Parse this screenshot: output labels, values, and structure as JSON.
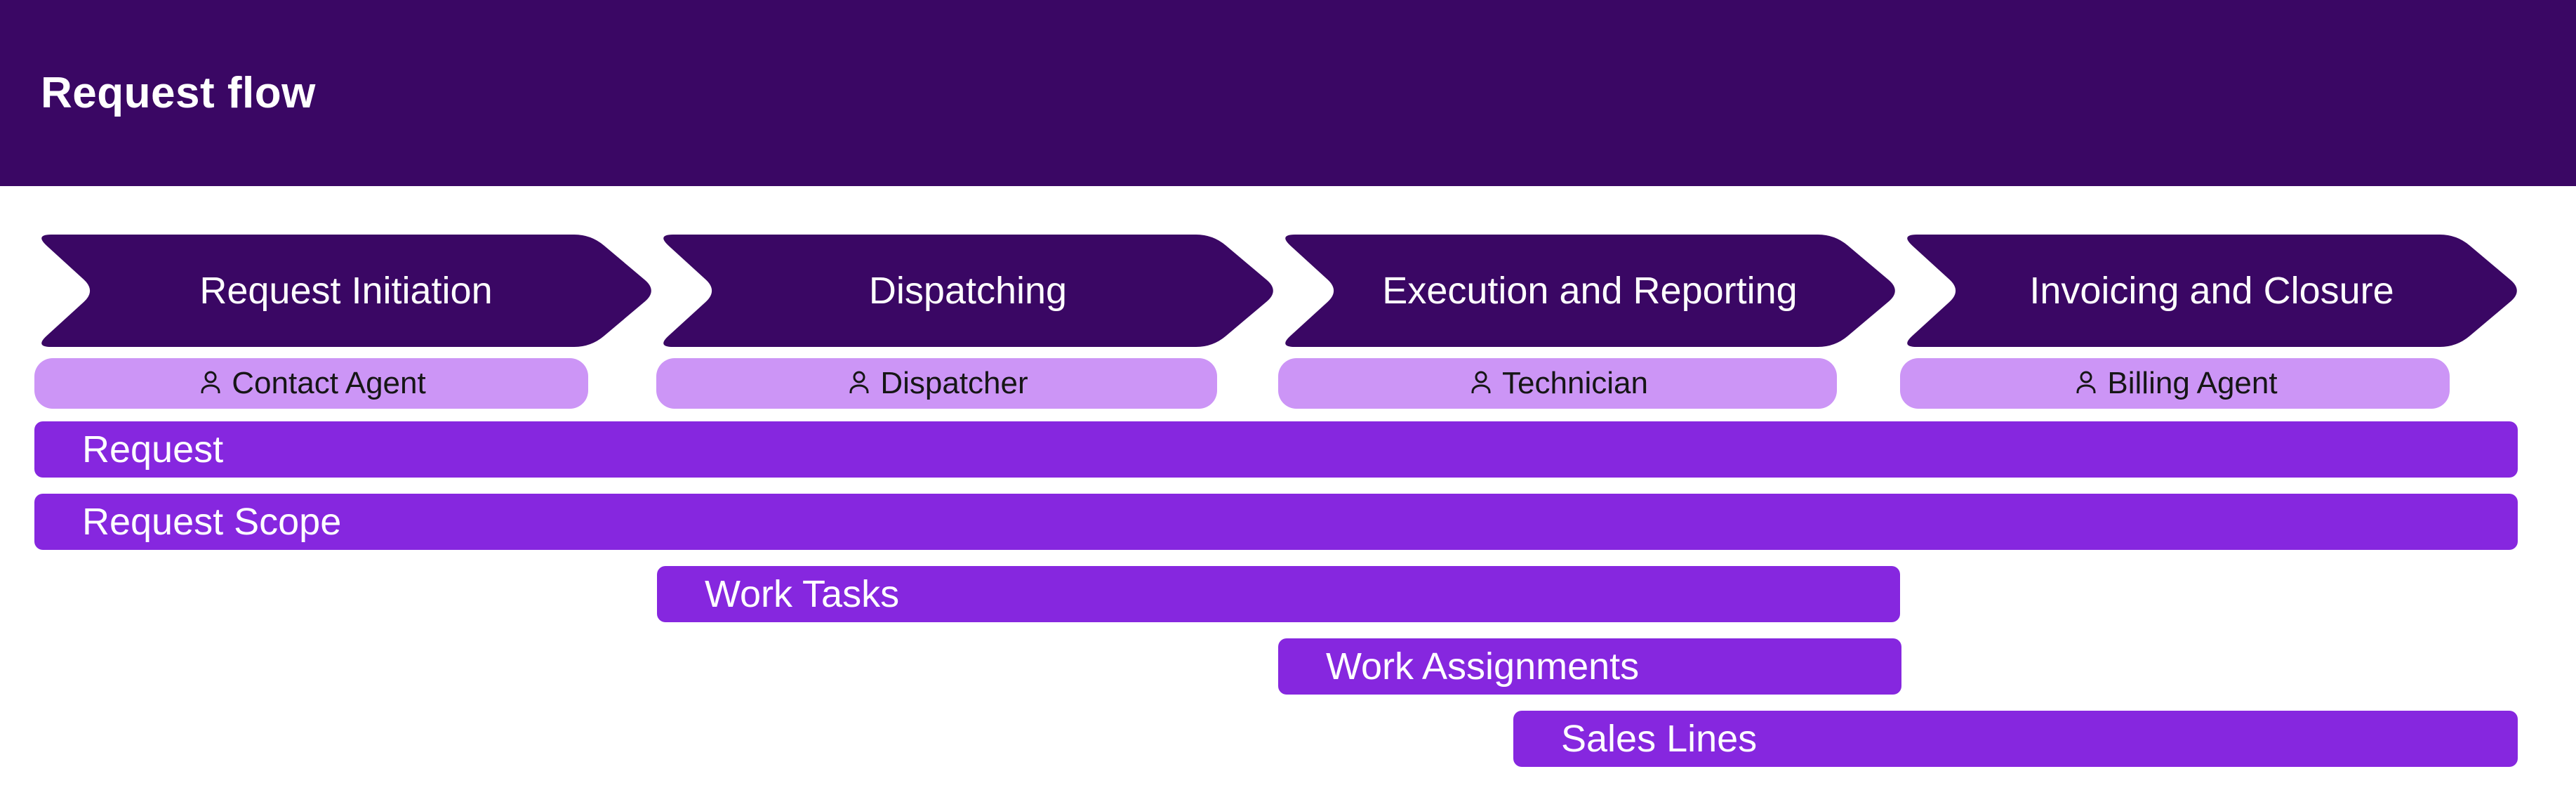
{
  "header": {
    "title": "Request flow"
  },
  "phases": [
    {
      "label": "Request Initiation",
      "role": "Contact Agent"
    },
    {
      "label": "Dispatching",
      "role": "Dispatcher"
    },
    {
      "label": "Execution and Reporting",
      "role": "Technician"
    },
    {
      "label": "Invoicing and Closure",
      "role": "Billing Agent"
    }
  ],
  "bars": [
    {
      "label": "Request"
    },
    {
      "label": "Request Scope"
    },
    {
      "label": "Work Tasks"
    },
    {
      "label": "Work Assignments"
    },
    {
      "label": "Sales Lines"
    }
  ],
  "icons": {
    "role_icon": "person-icon"
  },
  "colors": {
    "header_bg": "#3A0764",
    "arrow_bg": "#3A0764",
    "bar_bg": "#8627DF",
    "pill_bg": "#CC95F6",
    "pill_text": "#161616",
    "text_light": "#FFFFFF"
  }
}
